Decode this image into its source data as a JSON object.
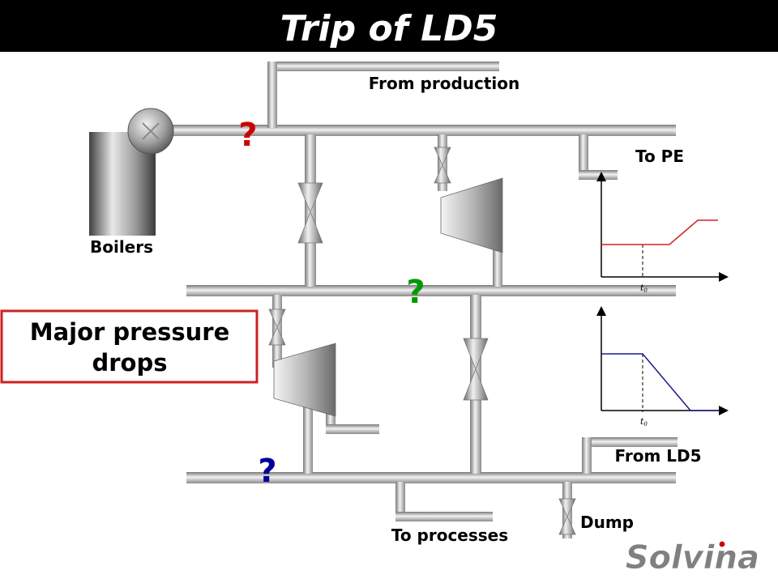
{
  "title": "Trip of LD5",
  "labels": {
    "from_production": "From production",
    "to_pe": "To PE",
    "boilers": "Boilers",
    "from_ld5": "From LD5",
    "to_processes": "To processes",
    "dump": "Dump"
  },
  "question_marks": {
    "high_pressure": "?",
    "medium_pressure": "?",
    "low_pressure": "?"
  },
  "callout": {
    "line1": "Major pressure",
    "line2": "drops"
  },
  "trend_charts": [
    {
      "tick_label": "t",
      "tick_sub": "0",
      "line_color": "#d62020",
      "trend": "rising step after t0"
    },
    {
      "tick_label": "t",
      "tick_sub": "0",
      "line_color": "#1a1a8c",
      "trend": "falling after t0"
    }
  ],
  "brand": "Solvina",
  "colors": {
    "title_bar": "#000000",
    "title_text": "#ffffff",
    "q_high": "#cc0000",
    "q_medium": "#009900",
    "q_low": "#000099",
    "callout_border": "#cc2222",
    "brand_gray": "#808080",
    "brand_accent": "#cc0000"
  }
}
